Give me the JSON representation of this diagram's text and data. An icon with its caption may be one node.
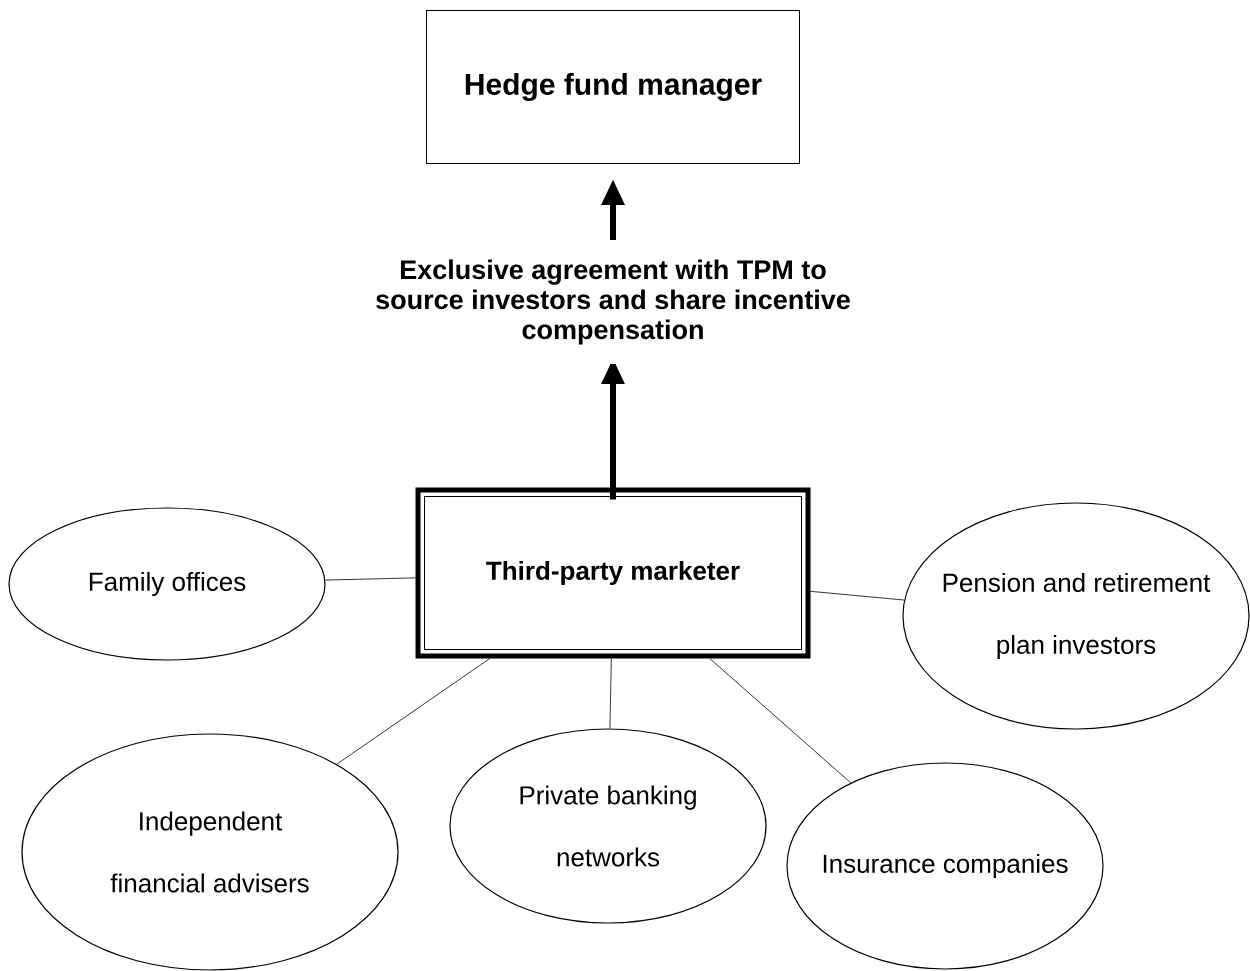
{
  "diagram": {
    "nodes": [
      {
        "text": [
          "Hedge fund manager"
        ]
      },
      {
        "text": [
          "Third-party marketer"
        ]
      },
      {
        "text": [
          "Family offices"
        ]
      },
      {
        "text": [
          "Pension and retirement plan investors"
        ]
      },
      {
        "text": [
          "Independent financial advisers"
        ]
      },
      {
        "text": [
          "Private banking networks"
        ]
      },
      {
        "text": [
          "Insurance companies"
        ]
      }
    ],
    "edges": [
      {
        "from": 1,
        "to": 0,
        "arrow": "to",
        "label": "Exclusive agreement with TPM to source investors and share incentive compensation",
        "style": "thick"
      },
      {
        "from": 1,
        "to": 2,
        "arrow": "none"
      },
      {
        "from": 1,
        "to": 3,
        "arrow": "none"
      },
      {
        "from": 1,
        "to": 4,
        "arrow": "none"
      },
      {
        "from": 1,
        "to": 5,
        "arrow": "none"
      },
      {
        "from": 1,
        "to": 6,
        "arrow": "none"
      }
    ]
  }
}
